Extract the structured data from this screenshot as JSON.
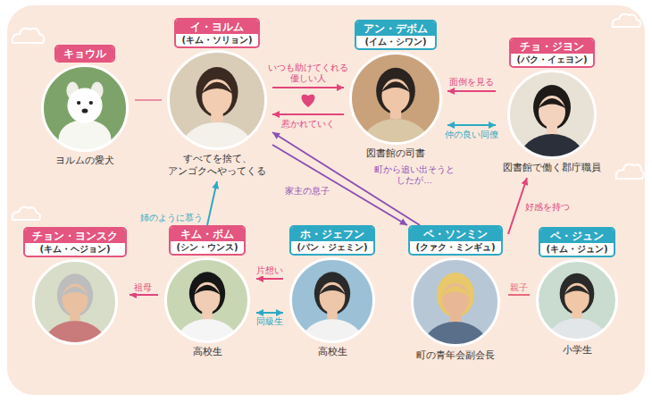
{
  "diagram": {
    "nodes": [
      {
        "text": [
          "キョウル",
          "ヨルムの愛犬"
        ]
      },
      {
        "text": [
          "イ・ヨルム",
          "(キム・ソリョン)",
          "すべてを捨て、 アンゴクへやってくる"
        ]
      },
      {
        "text": [
          "アン・デボム",
          "(イム・シワン)",
          "図書館の司書"
        ]
      },
      {
        "text": [
          "チョ・ジヨン",
          "(パク・イェヨン)",
          "図書館で働く郡庁職員"
        ]
      },
      {
        "text": [
          "チョン・ヨンスク",
          "(キム・ヘジョン)"
        ]
      },
      {
        "text": [
          "キム・ボム",
          "(シン・ウンス)",
          "高校生"
        ]
      },
      {
        "text": [
          "ホ・ジェフン",
          "(パン・ジェミン)",
          "高校生"
        ]
      },
      {
        "text": [
          "ペ・ソンミン",
          "(クァク・ミンギュ)",
          "町の青年会副会長"
        ]
      },
      {
        "text": [
          "ペ・ジュン",
          "(キム・ジュン)",
          "小学生"
        ]
      }
    ],
    "edges": [
      {
        "from": 0,
        "to": 1,
        "arrow": "none"
      },
      {
        "from": 1,
        "to": 2,
        "label": "いつも助けてくれる 優しい人",
        "arrow": "to"
      },
      {
        "from": 2,
        "to": 1,
        "label": "惹かれていく",
        "arrow": "to"
      },
      {
        "from": 3,
        "to": 2,
        "label": "面倒を見る",
        "arrow": "to"
      },
      {
        "from": 2,
        "to": 3,
        "label": "仲の良い同僚",
        "arrow": "both"
      },
      {
        "from": 1,
        "to": 7,
        "label": "家主の息子",
        "arrow": "to"
      },
      {
        "from": 7,
        "to": 1,
        "label": "町から追い出そうとしたが…",
        "arrow": "to"
      },
      {
        "from": 7,
        "to": 3,
        "label": "好感を持つ",
        "arrow": "to"
      },
      {
        "from": 5,
        "to": 1,
        "label": "姉のように慕う",
        "arrow": "to"
      },
      {
        "from": 5,
        "to": 4,
        "label": "祖母",
        "arrow": "to"
      },
      {
        "from": 6,
        "to": 5,
        "label": "片想い",
        "arrow": "to"
      },
      {
        "from": 5,
        "to": 6,
        "label": "同級生",
        "arrow": "both"
      },
      {
        "from": 7,
        "to": 8,
        "label": "親子",
        "arrow": "none"
      }
    ]
  }
}
